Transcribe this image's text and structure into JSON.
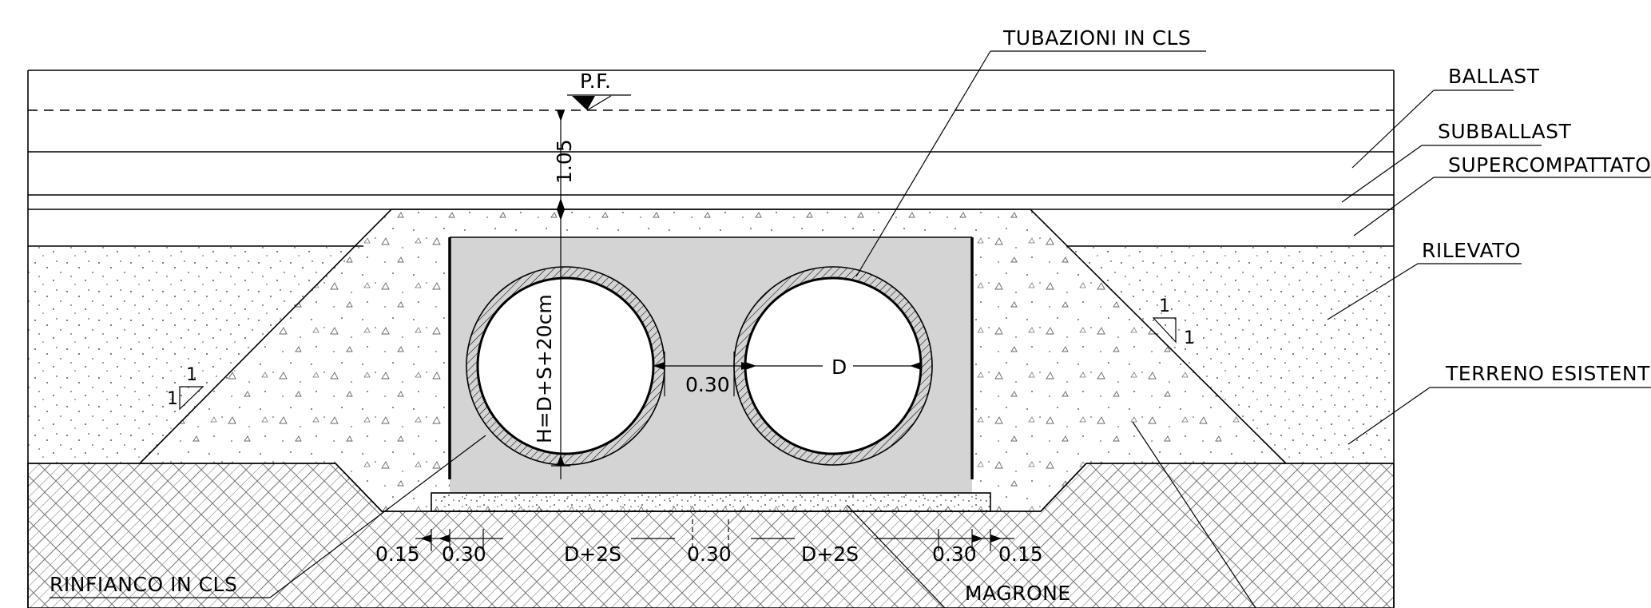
{
  "labels": {
    "tubazioni": "TUBAZIONI IN CLS",
    "ballast": "BALLAST",
    "subballast": "SUBBALLAST",
    "supercompattato": "SUPERCOMPATTATO",
    "rilevato": "RILEVATO",
    "terreno": "TERRENO ESISTENTE",
    "rinfianco": "RINFIANCO IN CLS",
    "magrone": "MAGRONE",
    "pf": "P.F."
  },
  "dimensions": {
    "depth": "1.05",
    "height": "H=D+S+20cm",
    "pipe_gap": "0.30",
    "pipe_diameter": "D",
    "bottom": [
      "0.15",
      "0.30",
      "D+2S",
      "0.30",
      "D+2S",
      "0.30",
      "0.15"
    ]
  },
  "slopes": {
    "left_rise": "1",
    "left_run": "1",
    "right_rise": "1",
    "right_run": "1"
  }
}
